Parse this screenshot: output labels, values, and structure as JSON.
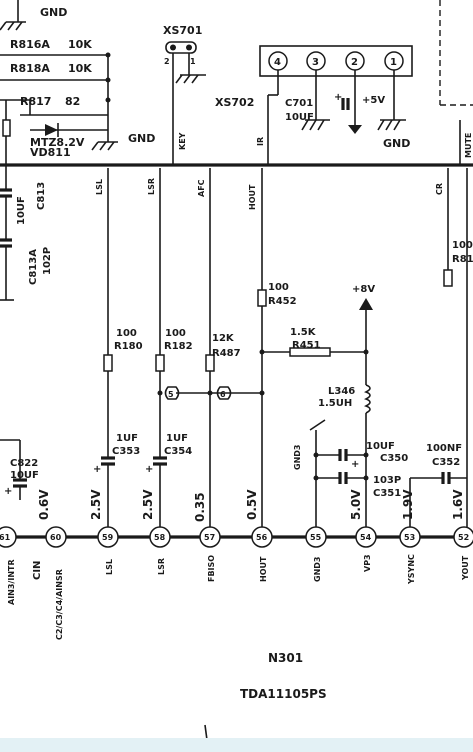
{
  "labels": {
    "gnd_top": "GND",
    "r816a_1": "R816A",
    "r816a_1_val": "10K",
    "r818a": "R818A",
    "r818a_val": "10K",
    "r817": "R817",
    "r817_val": "82",
    "mtz": "MTZ8.2V",
    "vd811": "VD811",
    "gnd_mid": "GND",
    "key": "KEY",
    "xs701": "XS701",
    "xs701_p2": "2",
    "xs701_p1": "1",
    "xs702": "XS702",
    "ir": "IR",
    "c701": "C701",
    "c701_val": "10UF",
    "plus5v": "+5V",
    "gnd_right": "GND",
    "conn_p4": "4",
    "conn_p3": "3",
    "conn_p2": "2",
    "conn_p1": "1",
    "mute": "MUTE",
    "c813_val": "10UF",
    "c813": "C813",
    "c813a": "C813A",
    "c813a_val": "102P",
    "lsl": "LSL",
    "lsr": "LSR",
    "afc": "AFC",
    "hout_top": "HOUT",
    "cr": "CR",
    "r452_val": "100",
    "r452": "R452",
    "plus8v": "+8V",
    "r451_val": "1.5K",
    "r451": "R451",
    "r180_val": "100",
    "r180": "R180",
    "r182_val": "100",
    "r182": "R182",
    "r487_val": "12K",
    "r487": "R487",
    "r8_val": "100",
    "r8": "R81",
    "marker_5": "5",
    "marker_6": "6",
    "l346": "L346",
    "l346_val": "1.5UH",
    "c353_val": "1UF",
    "c353": "C353",
    "c354_val": "1UF",
    "c354": "C354",
    "c822": "C822",
    "c822_val": "10UF",
    "gnd3_cap": "GND3",
    "c350_val": "10UF",
    "c350": "C350",
    "c351_val": "103P",
    "c351": "C351",
    "c352_val": "100NF",
    "c352": "C352",
    "v_06": "0.6V",
    "v_25a": "2.5V",
    "v_25b": "2.5V",
    "v_035": "0.35",
    "v_05": "0.5V",
    "v_50": "5.0V",
    "v_19": "1.9V",
    "v_16": "1.6V",
    "pin61": "61",
    "pin60": "60",
    "pin59": "59",
    "pin58": "58",
    "pin57": "57",
    "pin56": "56",
    "pin55": "55",
    "pin54": "54",
    "pin53": "53",
    "pin52": "52",
    "sig_aim": "AIN3/INTR",
    "sig_cin": "CIN",
    "sig_c2": "C2/C3/C4/AINSR",
    "sig_lsl": "LSL",
    "sig_lsr": "LSR",
    "sig_fbiso": "FBISO",
    "sig_hout": "HOUT",
    "sig_gnd3": "GND3",
    "sig_vp3": "VP3",
    "sig_ysync": "YSYNC",
    "sig_yout": "YOUT",
    "chip": "N301",
    "chip_part": "TDA11105PS"
  }
}
